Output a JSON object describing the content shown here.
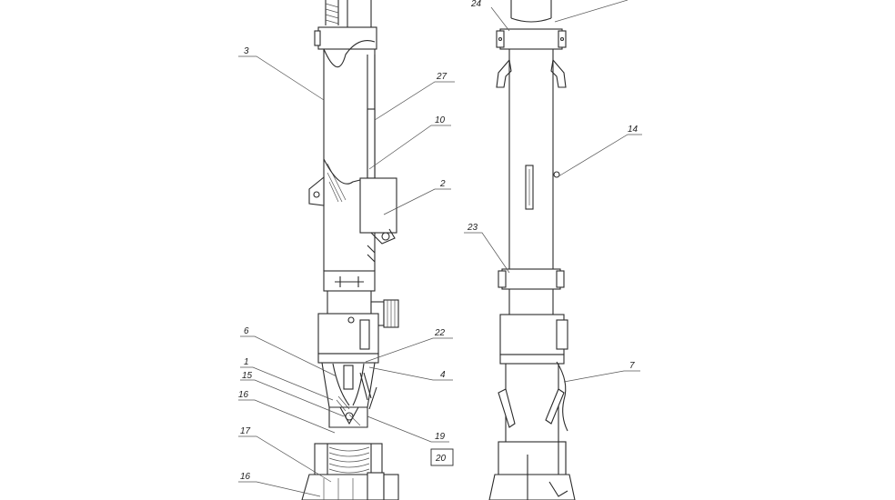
{
  "callouts": [
    {
      "id": "c-3",
      "text": "3"
    },
    {
      "id": "c-27",
      "text": "27"
    },
    {
      "id": "c-10",
      "text": "10"
    },
    {
      "id": "c-2",
      "text": "2"
    },
    {
      "id": "c-6",
      "text": "6"
    },
    {
      "id": "c-22",
      "text": "22"
    },
    {
      "id": "c-1",
      "text": "1"
    },
    {
      "id": "c-15",
      "text": "15"
    },
    {
      "id": "c-4",
      "text": "4"
    },
    {
      "id": "c-16a",
      "text": "16"
    },
    {
      "id": "c-19",
      "text": "19"
    },
    {
      "id": "c-20",
      "text": "20"
    },
    {
      "id": "c-17",
      "text": "17"
    },
    {
      "id": "c-16b",
      "text": "16"
    },
    {
      "id": "c-24",
      "text": "24"
    },
    {
      "id": "c-14",
      "text": "14"
    },
    {
      "id": "c-23",
      "text": "23"
    },
    {
      "id": "c-7",
      "text": "7"
    }
  ]
}
